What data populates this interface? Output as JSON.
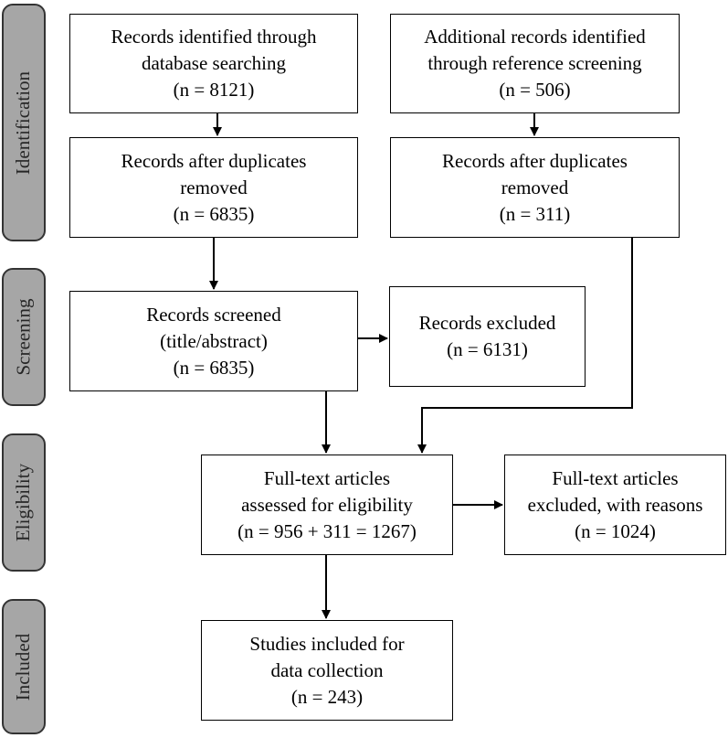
{
  "phases": {
    "identification": "Identification",
    "screening": "Screening",
    "eligibility": "Eligibility",
    "included": "Included"
  },
  "boxes": {
    "db_search": {
      "line1": "Records identified through",
      "line2": "database searching",
      "line3": "(n = 8121)"
    },
    "ref_screen": {
      "line1": "Additional records identified",
      "line2": "through reference screening",
      "line3": "(n = 506)"
    },
    "dedup_left": {
      "line1": "Records after duplicates",
      "line2": "removed",
      "line3": "(n = 6835)"
    },
    "dedup_right": {
      "line1": "Records after duplicates",
      "line2": "removed",
      "line3": "(n = 311)"
    },
    "screened": {
      "line1": "Records screened",
      "line2": "(title/abstract)",
      "line3": "(n = 6835)"
    },
    "excluded": {
      "line1": "Records excluded",
      "line2": "(n = 6131)"
    },
    "fulltext": {
      "line1": "Full-text articles",
      "line2": "assessed for eligibility",
      "line3": "(n = 956 + 311 = 1267)"
    },
    "fulltext_excluded": {
      "line1": "Full-text articles",
      "line2": "excluded, with reasons",
      "line3": "(n = 1024)"
    },
    "included": {
      "line1": "Studies included for",
      "line2": "data collection",
      "line3": "(n = 243)"
    }
  }
}
